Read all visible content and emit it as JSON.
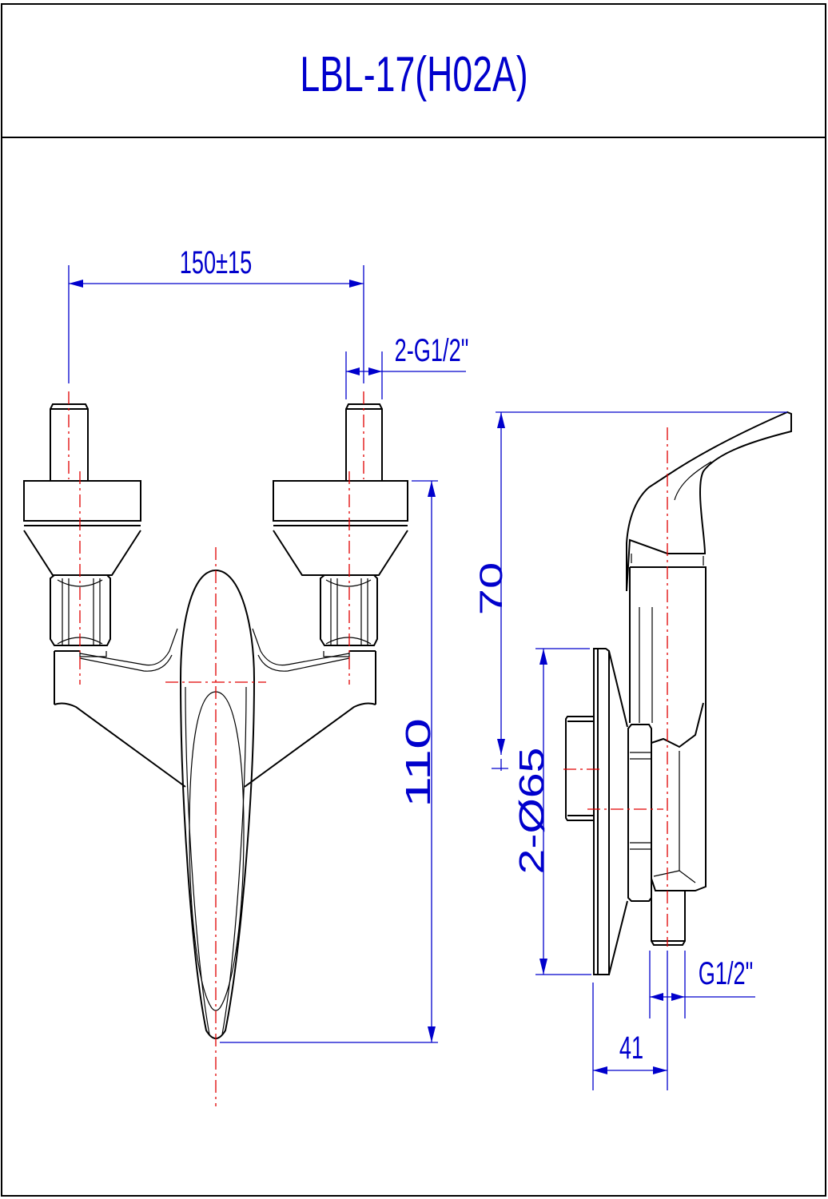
{
  "title": "LBL-17(H02A)",
  "dimensions": {
    "spacing": "150±15",
    "inlet_thread": "2-G1/2\"",
    "front_height": "110",
    "side_height": "70",
    "plate_diameter": "2-Ø65",
    "outlet_thread": "G1/2\"",
    "depth": "41"
  },
  "colors": {
    "dimension": "#0000cc",
    "centerline": "#e00000",
    "outline": "#000000"
  }
}
